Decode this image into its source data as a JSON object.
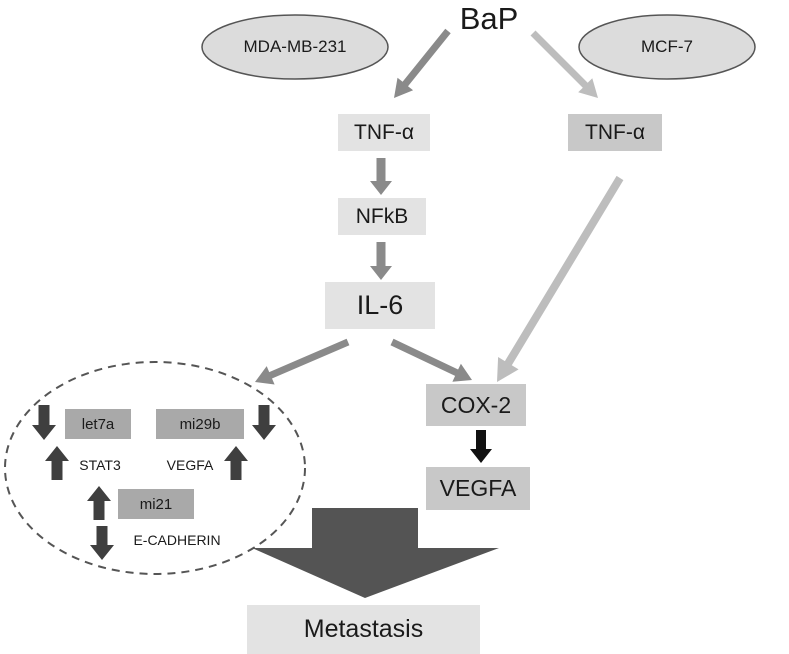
{
  "nodes": {
    "bap": "BaP",
    "mda": "MDA-MB-231",
    "mcf": "MCF-7",
    "tnf_left": "TNF-α",
    "tnf_right": "TNF-α",
    "nfkb": "NFkB",
    "il6": "IL-6",
    "cox2": "COX-2",
    "vegfa_right": "VEGFA",
    "metastasis": "Metastasis"
  },
  "cluster": {
    "let7a": "let7a",
    "mi29b": "mi29b",
    "stat3": "STAT3",
    "vegfa": "VEGFA",
    "mi21": "mi21",
    "ecadherin": "E-CADHERIN"
  },
  "colors": {
    "arrow_dark": "#8a8a8a",
    "arrow_light": "#bdbdbd",
    "arrow_black": "#111111",
    "arrow_cluster": "#3f3f3f",
    "big_arrow": "#545454",
    "ellipse_fill": "#dcdcdc"
  }
}
